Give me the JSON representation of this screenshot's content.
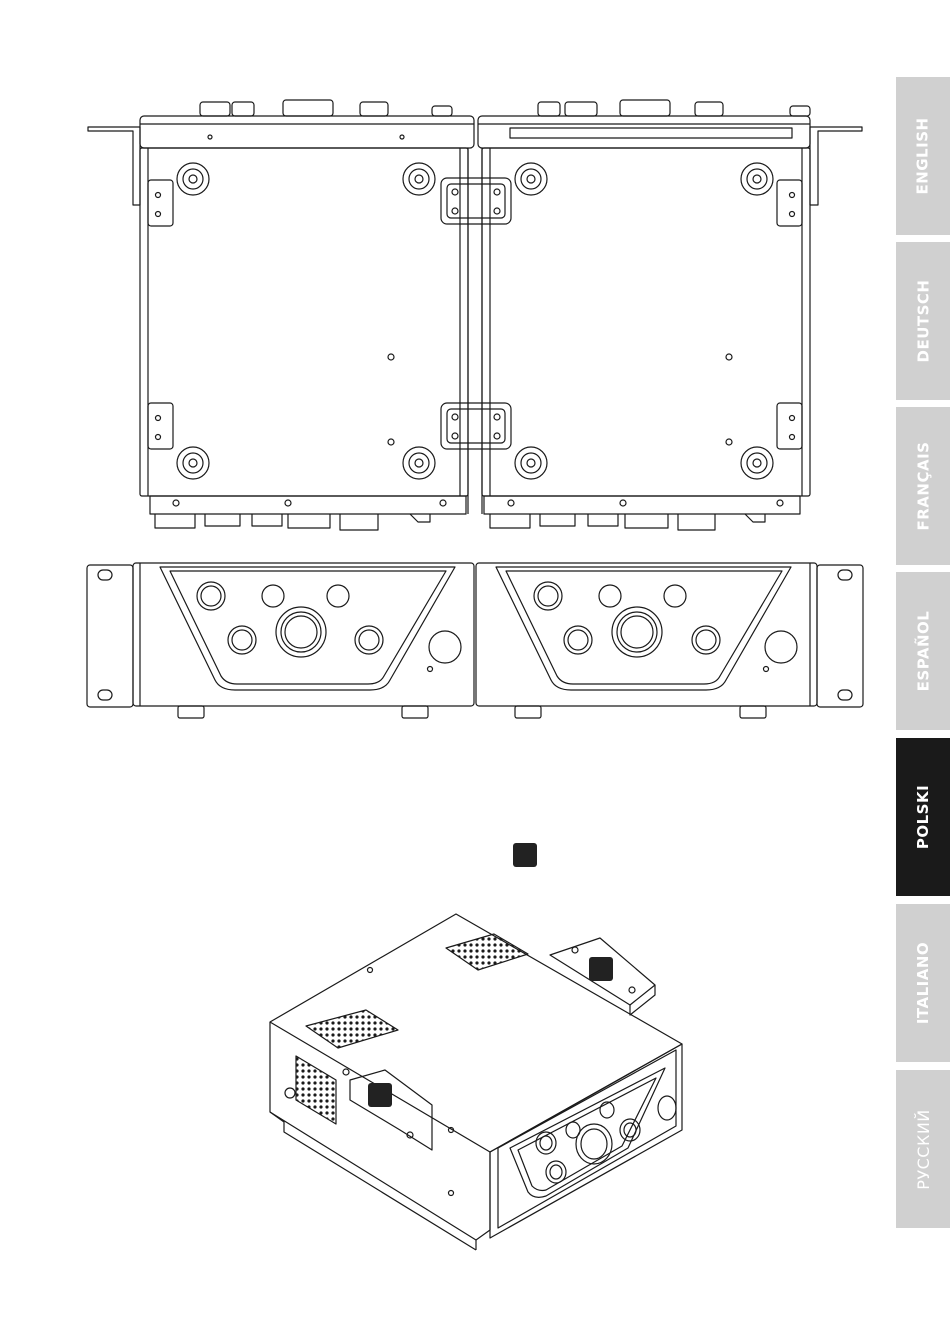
{
  "languages": [
    {
      "label": "ENGLISH",
      "active": false
    },
    {
      "label": "DEUTSCH",
      "active": false
    },
    {
      "label": "FRANÇAIS",
      "active": false
    },
    {
      "label": "ESPAÑOL",
      "active": false
    },
    {
      "label": "POLSKI",
      "active": true
    },
    {
      "label": "ITALIANO",
      "active": false
    },
    {
      "label": "РУССКИЙ",
      "active": false
    }
  ],
  "colors": {
    "tab_inactive": "#d0d0d0",
    "tab_active": "#1a1a1a",
    "tab_text": "#ffffff",
    "line": "#1a1a1a",
    "marker": "#222222"
  }
}
